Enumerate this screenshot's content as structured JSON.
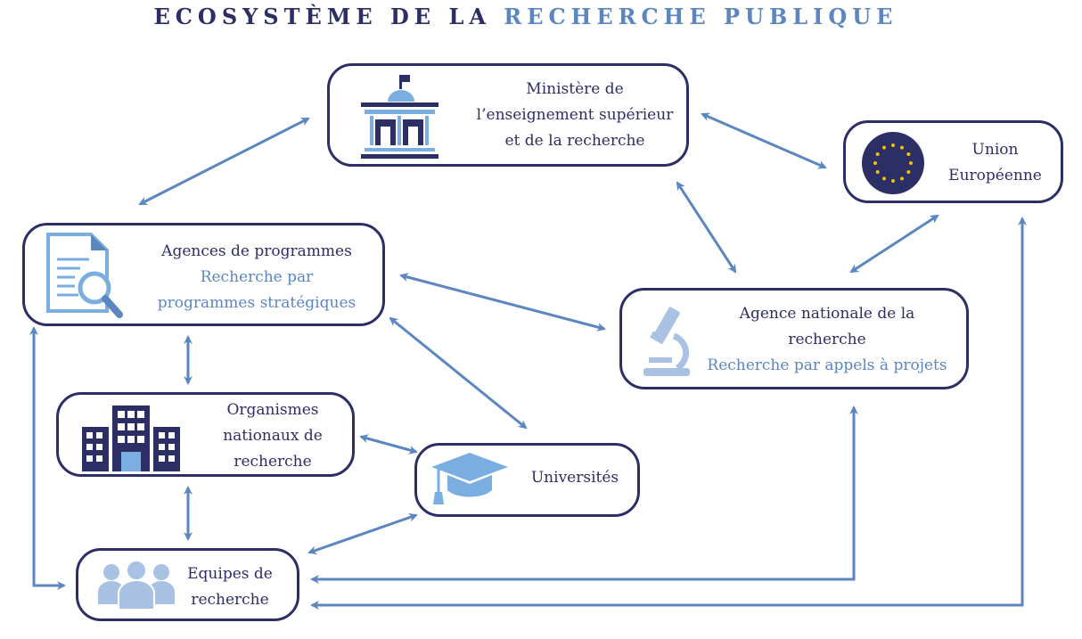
{
  "title": {
    "part1": "ECOSYSTÈME DE LA",
    "part2": "RECHERCHE PUBLIQUE"
  },
  "colors": {
    "dark": "#2c2e66",
    "accent": "#5b86c0",
    "light": "#a9c1e2"
  },
  "nodes": {
    "ministere": {
      "lines": [
        "Ministère de",
        "l’enseignement supérieur",
        "et de la recherche"
      ],
      "icon": "government-building-icon"
    },
    "ue": {
      "lines": [
        "Union",
        "Européenne"
      ],
      "icon": "eu-flag-icon"
    },
    "agences": {
      "title": "Agences de programmes",
      "sub": [
        "Recherche par",
        "programmes stratégiques"
      ],
      "icon": "document-search-icon"
    },
    "anr": {
      "title": [
        "Agence nationale de la",
        "recherche"
      ],
      "sub": "Recherche par appels à projets",
      "icon": "microscope-icon"
    },
    "organismes": {
      "lines": [
        "Organismes",
        "nationaux de",
        "recherche"
      ],
      "icon": "office-building-icon"
    },
    "universites": {
      "title": "Universités",
      "icon": "graduation-cap-icon"
    },
    "equipes": {
      "lines": [
        "Equipes de",
        "recherche"
      ],
      "icon": "team-icon"
    }
  }
}
